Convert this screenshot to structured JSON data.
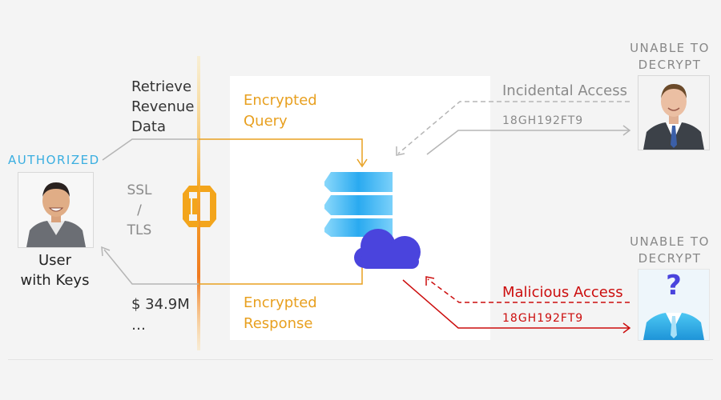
{
  "user": {
    "status": "AUTHORIZED",
    "name_line1": "User",
    "name_line2": "with Keys"
  },
  "request": {
    "line1": "Retrieve",
    "line2": "Revenue",
    "line3": "Data"
  },
  "protocol": {
    "line1": "SSL",
    "line2": "/",
    "line3": "TLS"
  },
  "result": {
    "value": "$ 34.9M",
    "more": "…"
  },
  "query": {
    "line1": "Encrypted",
    "line2": "Query"
  },
  "response": {
    "line1": "Encrypted",
    "line2": "Response"
  },
  "incidental": {
    "title": "Incidental Access",
    "code": "18GH192FT9",
    "status_line1": "UNABLE TO",
    "status_line2": "DECRYPT"
  },
  "malicious": {
    "title": "Malicious Access",
    "code": "18GH192FT9",
    "status_line1": "UNABLE TO",
    "status_line2": "DECRYPT",
    "mark": "?"
  },
  "colors": {
    "authorized": "#3aaee0",
    "orange": "#e8a020",
    "malicious": "#cc0d0d",
    "gray": "#8a8a8a",
    "cloud": "#4a44dd",
    "server": "#3dbcf0"
  }
}
